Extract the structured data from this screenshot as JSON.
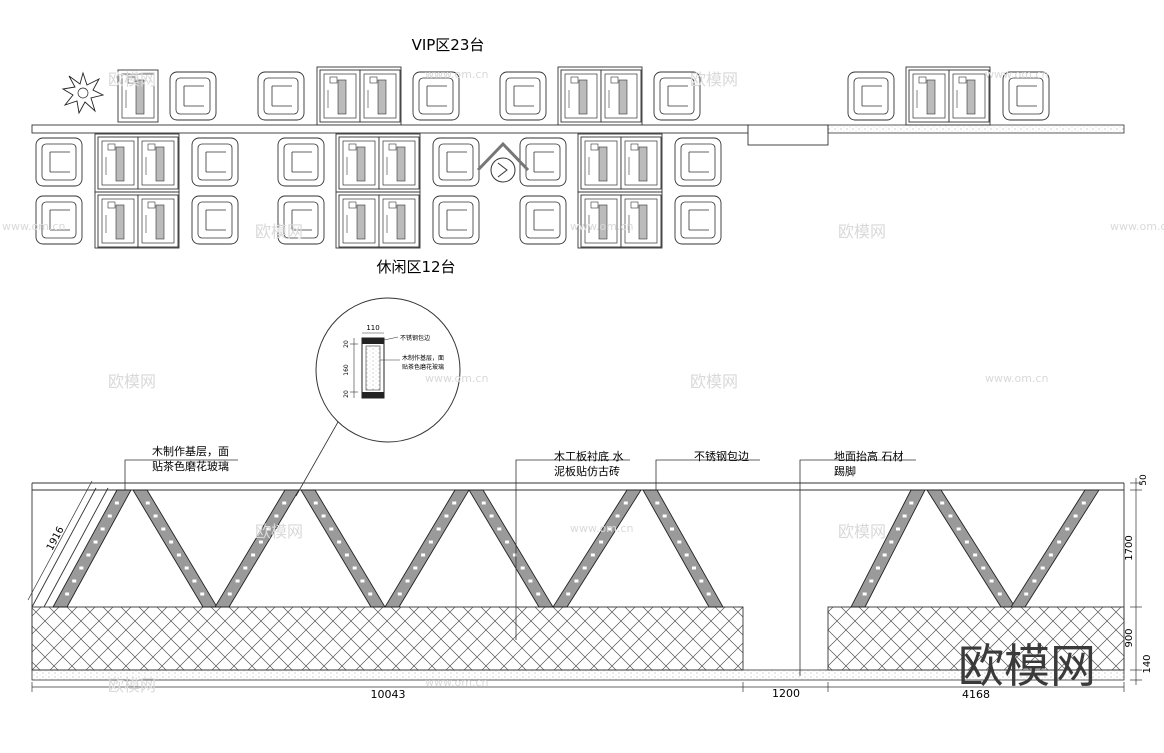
{
  "plan": {
    "vip_title": "VIP区23台",
    "leisure_title": "休闲区12台"
  },
  "detail": {
    "dim_top": "110",
    "dim_a": "20",
    "dim_b": "160",
    "dim_c": "20",
    "note_1": "不锈钢包边",
    "note_2_line1": "木制作基层，面",
    "note_2_line2": "贴茶色磨花玻璃"
  },
  "elevation": {
    "callout_wood_line1": "木制作基层，面",
    "callout_wood_line2": "贴茶色磨花玻璃",
    "callout_board_line1": "木工板衬底 水",
    "callout_board_line2": "泥板贴仿古砖",
    "callout_steel": "不锈钢包边",
    "callout_floor_line1": "地面抬高 石材",
    "callout_floor_line2": "踢脚",
    "dim_diagonal": "1916",
    "dim_left": "10043",
    "dim_gap": "1200",
    "dim_right": "4168",
    "dim_v_50": "50",
    "dim_v_1700": "1700",
    "dim_v_900": "900",
    "dim_v_140": "140"
  },
  "watermark": {
    "logo": "欧模网",
    "url": "www.om.cn"
  }
}
